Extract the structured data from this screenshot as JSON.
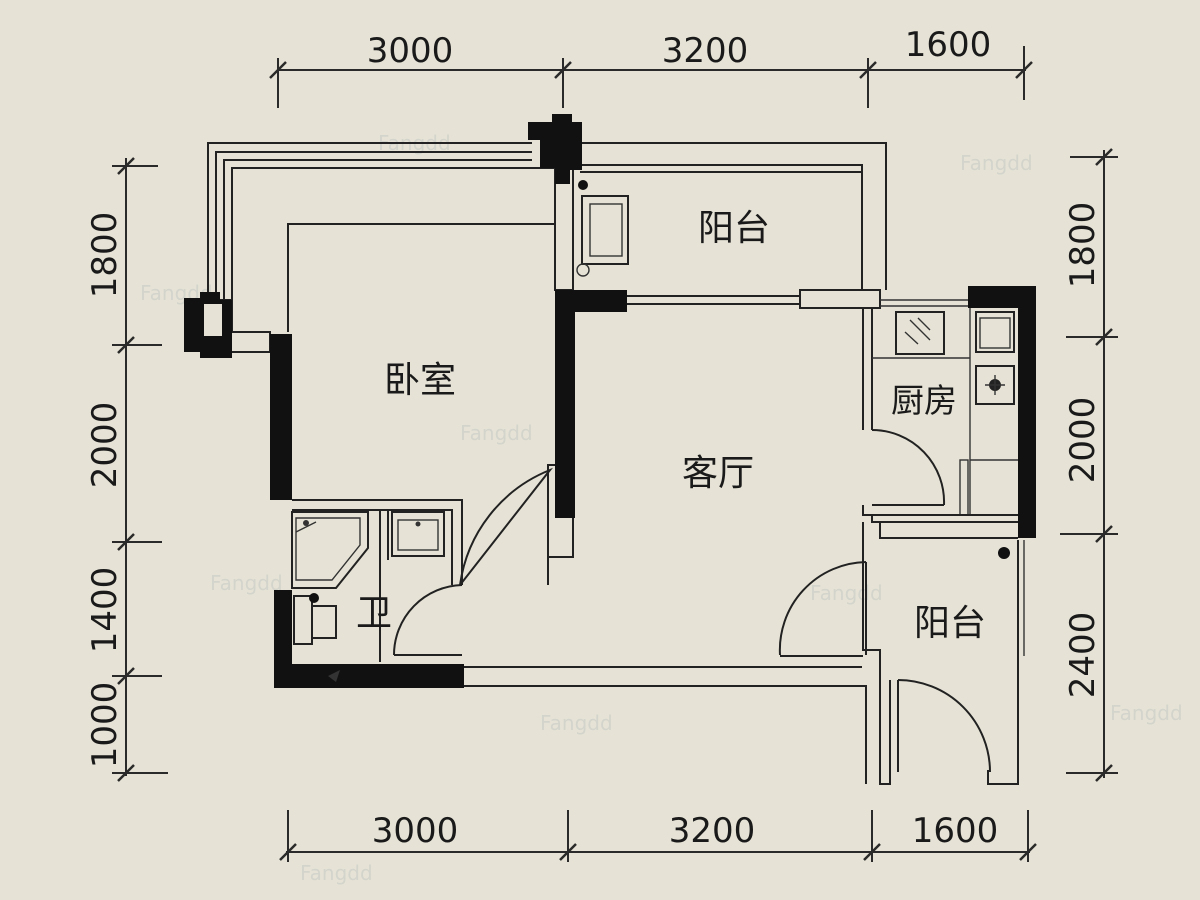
{
  "dimensions": {
    "top": [
      "3000",
      "3200",
      "1600"
    ],
    "bottom": [
      "3000",
      "3200",
      "1600"
    ],
    "left": [
      "1800",
      "2000",
      "1400",
      "1000"
    ],
    "right": [
      "1800",
      "2000",
      "2400"
    ]
  },
  "rooms": {
    "bedroom": "卧室",
    "living_room": "客厅",
    "kitchen": "厨房",
    "bathroom": "卫",
    "balcony_north": "阳台",
    "balcony_south": "阳台"
  },
  "watermark": "Fangdd",
  "colors": {
    "background": "#e6e3d6",
    "wall": "#111111",
    "line": "#222222"
  }
}
